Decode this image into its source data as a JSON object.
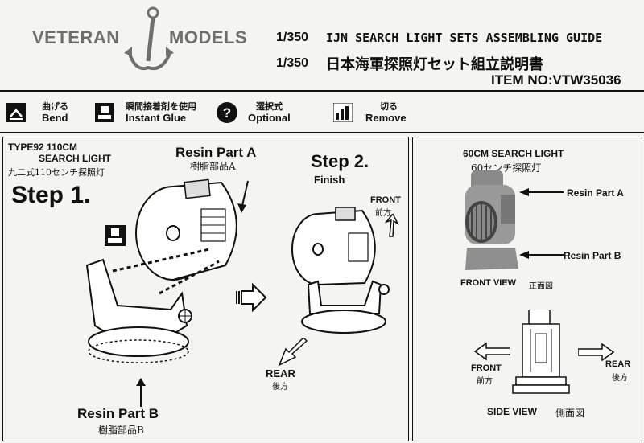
{
  "header": {
    "brand_left": "VETERAN",
    "brand_right": "MODELS",
    "scale_en": "1/350",
    "title_en": "IJN SEARCH LIGHT SETS ASSEMBLING GUIDE",
    "scale_jp": "1/350",
    "title_jp": "日本海軍探照灯セット組立説明書",
    "item_no": "ITEM NO:VTW35036"
  },
  "legend": [
    {
      "jp": "曲げる",
      "en": "Bend",
      "icon": "bend-icon"
    },
    {
      "jp": "瞬間接着剤を使用",
      "en": "Instant Glue",
      "icon": "glue-icon"
    },
    {
      "jp": "選択式",
      "en": "Optional",
      "icon": "question-icon"
    },
    {
      "jp": "切る",
      "en": "Remove",
      "icon": "cut-icon"
    }
  ],
  "left_panel": {
    "type_line1": "TYPE92 110CM",
    "type_line2": "SEARCH LIGHT",
    "type_jp": "九二式110センチ探照灯",
    "step1": "Step 1.",
    "resin_a": "Resin Part  A",
    "resin_a_jp": "樹脂部品A",
    "resin_b": "Resin Part  B",
    "resin_b_jp": "樹脂部品B",
    "step2": "Step 2.",
    "finish": "Finish",
    "front": "FRONT",
    "front_jp": "前方",
    "rear": "REAR",
    "rear_jp": "後方"
  },
  "right_panel": {
    "title": "60CM SEARCH LIGHT",
    "title_jp": "60センチ探照灯",
    "resin_a": "Resin Part  A",
    "resin_b": "Resin Part  B",
    "front_view": "FRONT VIEW",
    "front_view_jp": "正面図",
    "front": "FRONT",
    "front_jp": "前方",
    "rear": "REAR",
    "rear_jp": "後方",
    "side_view": "SIDE VIEW",
    "side_view_jp": "側面図"
  },
  "colors": {
    "paper": "#f4f4f2",
    "ink": "#111111",
    "logo_gray": "#6f6f6f",
    "resin_gray": "#8a8a8a"
  }
}
